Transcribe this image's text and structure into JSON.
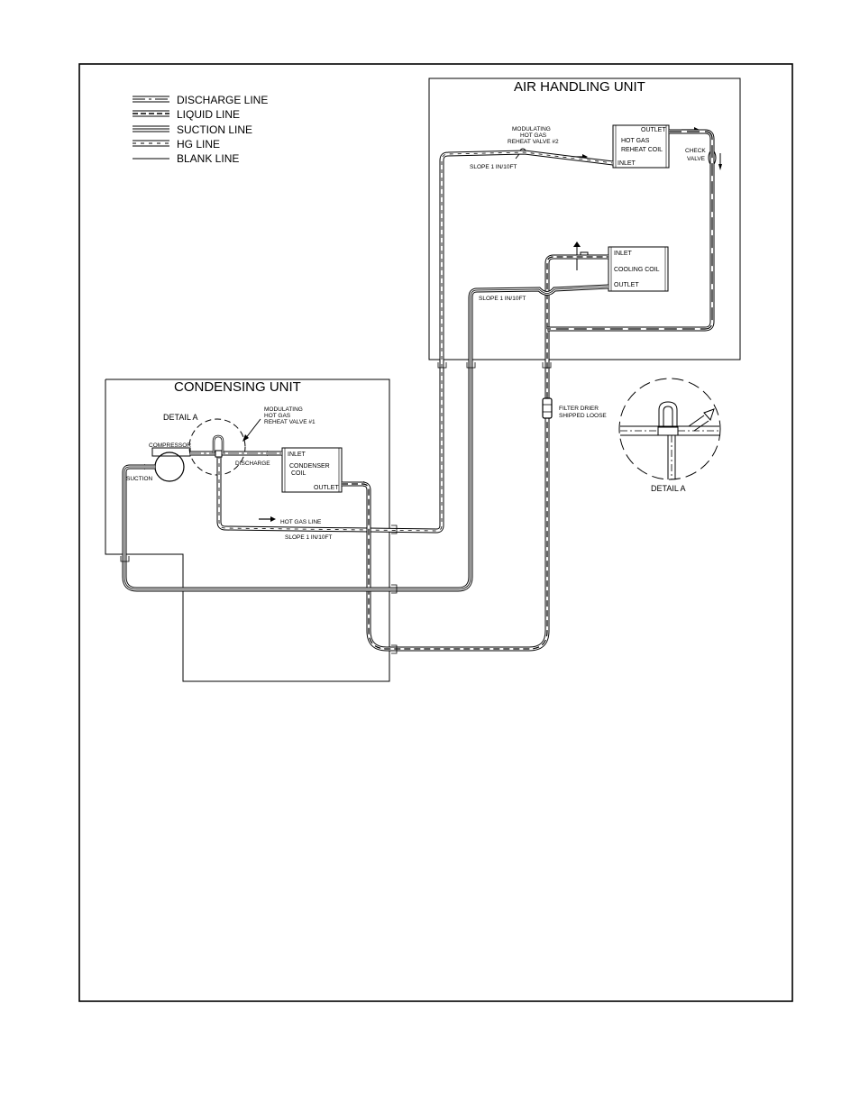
{
  "legend": {
    "items": [
      {
        "label": "DISCHARGE LINE"
      },
      {
        "label": "LIQUID LINE"
      },
      {
        "label": "SUCTION LINE"
      },
      {
        "label": "HG LINE"
      },
      {
        "label": "BLANK LINE"
      }
    ]
  },
  "air_handling_unit": {
    "title": "AIR HANDLING UNIT",
    "valve_label": [
      "MODULATING",
      "HOT GAS",
      "REHEAT VALVE #2"
    ],
    "slope_top": "SLOPE 1 IN/10FT",
    "slope_mid": "SLOPE 1 IN/10FT",
    "reheat_coil": {
      "outlet": "OUTLET",
      "name": [
        "HOT GAS",
        "REHEAT COIL"
      ],
      "inlet": "INLET"
    },
    "check_valve": [
      "CHECK",
      "VALVE"
    ],
    "cooling_coil": {
      "inlet": "INLET",
      "name": "COOLING COIL",
      "outlet": "OUTLET"
    }
  },
  "condensing_unit": {
    "title": "CONDENSING UNIT",
    "detail": "DETAIL  A",
    "valve_label": [
      "MODULATING",
      "HOT GAS",
      "REHEAT VALVE #1"
    ],
    "compressor": "COMPRESSOR",
    "suction": "SUCTION",
    "discharge": "DISCHARGE",
    "condenser_coil": {
      "inlet": "INLET",
      "name": [
        "CONDENSER",
        "COIL"
      ],
      "outlet": "OUTLET"
    },
    "hot_gas_line": "HOT GAS  LINE",
    "slope": "SLOPE 1 IN/10FT"
  },
  "filter_drier": [
    "FILTER DRIER",
    "SHIPPED LOOSE"
  ],
  "detail_a": {
    "label": "DETAIL  A"
  }
}
